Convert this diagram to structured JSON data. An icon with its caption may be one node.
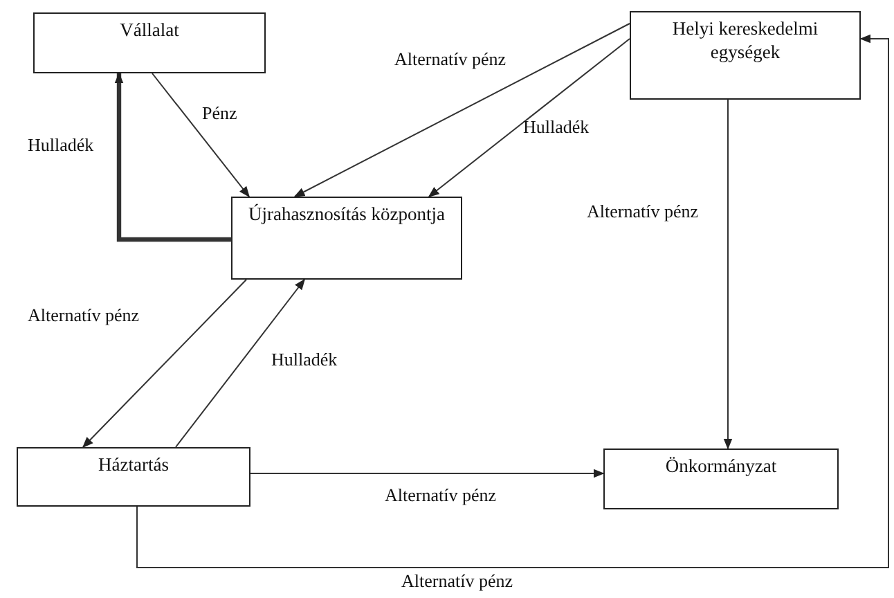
{
  "diagram": {
    "nodes": [
      {
        "text": [
          "Vállalat"
        ]
      },
      {
        "text": [
          "Helyi kereskedelmi egységek"
        ]
      },
      {
        "text": [
          "Újrahasznosítás központja"
        ]
      },
      {
        "text": [
          "Háztartás"
        ]
      },
      {
        "text": [
          "Önkormányzat"
        ]
      }
    ],
    "edges": [
      {
        "from": 0,
        "to": 2,
        "arrow": "to",
        "label": "Pénz"
      },
      {
        "from": 2,
        "to": 0,
        "arrow": "to",
        "label": "Hulladék",
        "style": "thick"
      },
      {
        "from": 1,
        "to": 2,
        "arrow": "to",
        "label": "Alternatív pénz"
      },
      {
        "from": 1,
        "to": 2,
        "arrow": "to",
        "label": "Hulladék"
      },
      {
        "from": 1,
        "to": 4,
        "arrow": "to",
        "label": "Alternatív pénz"
      },
      {
        "from": 2,
        "to": 3,
        "arrow": "to",
        "label": "Alternatív pénz"
      },
      {
        "from": 3,
        "to": 2,
        "arrow": "to",
        "label": "Hulladék"
      },
      {
        "from": 3,
        "to": 4,
        "arrow": "to",
        "label": "Alternatív pénz"
      },
      {
        "from": 3,
        "to": 1,
        "arrow": "to",
        "label": "Alternatív pénz"
      }
    ]
  }
}
